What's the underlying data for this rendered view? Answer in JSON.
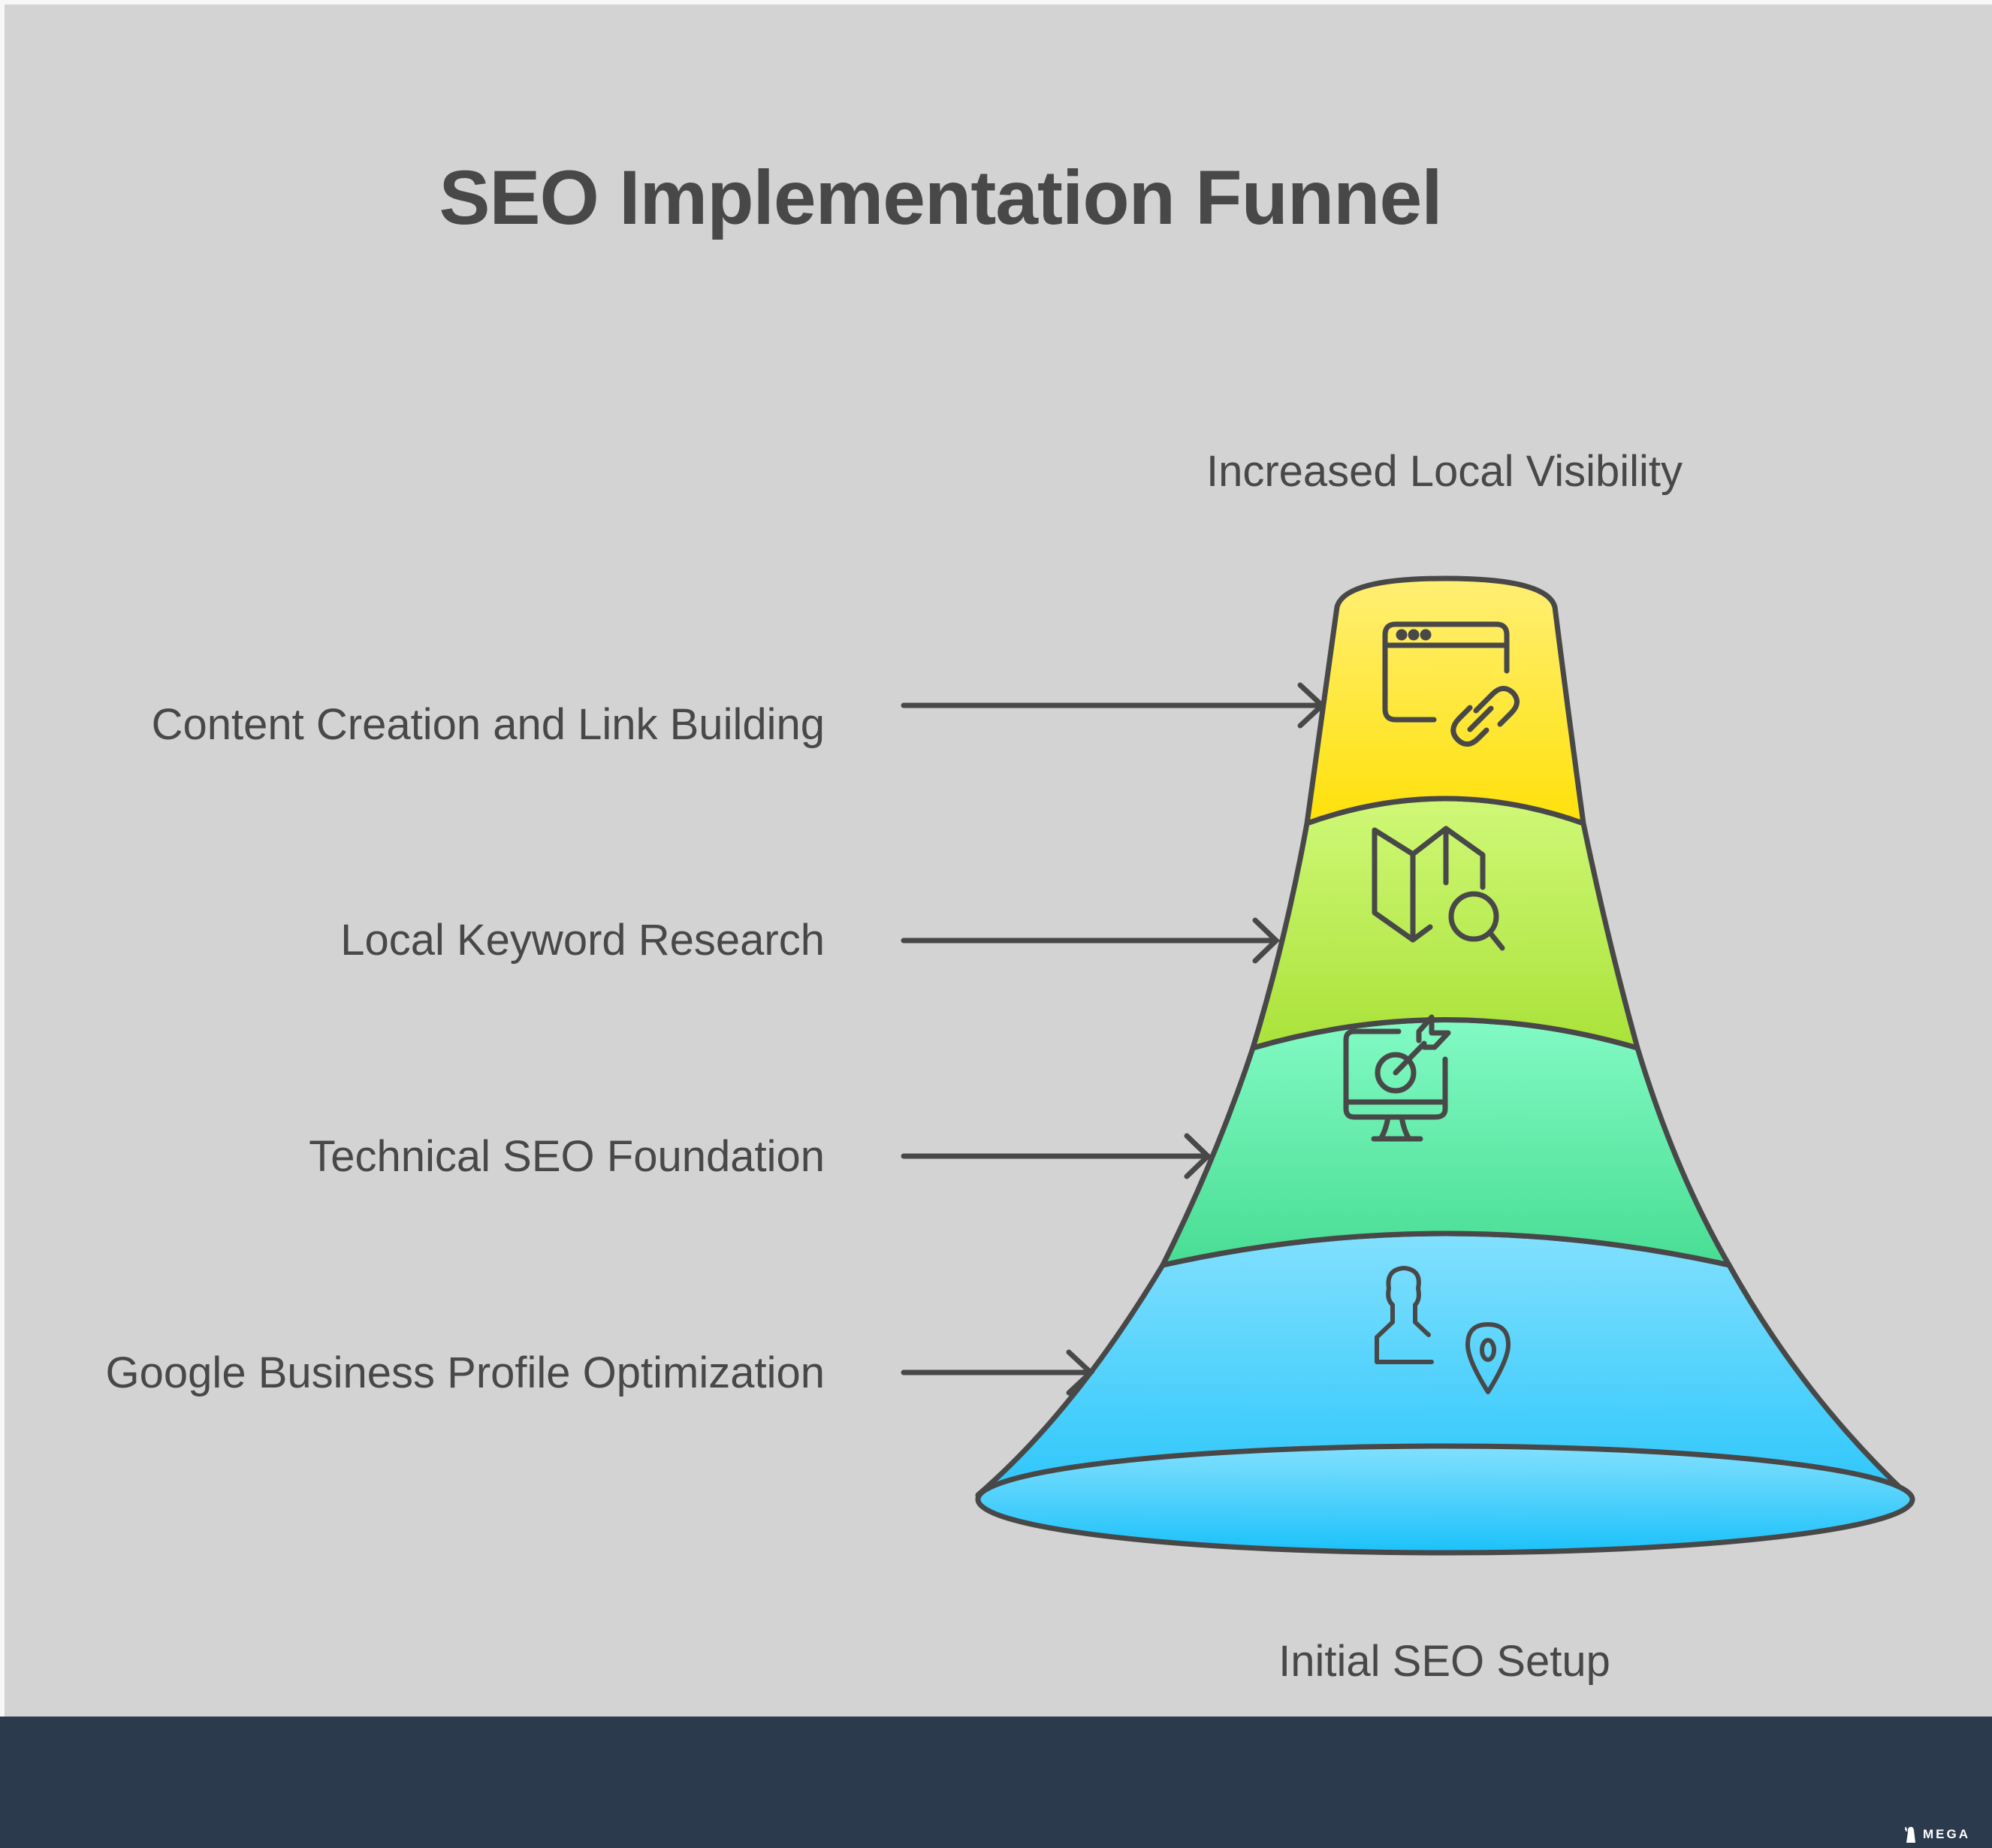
{
  "title": "SEO Implementation Funnel",
  "top_label": "Increased Local Visibility",
  "bottom_label": "Initial SEO Setup",
  "stages": [
    {
      "label": "Content Creation and Link Building",
      "icon": "browser-link-icon",
      "color_top": "#ffec6b",
      "color_bottom": "#ffe20f"
    },
    {
      "label": "Local Keyword Research",
      "icon": "map-search-icon",
      "color_top": "#cdf776",
      "color_bottom": "#ade33b"
    },
    {
      "label": "Technical SEO Foundation",
      "icon": "monitor-target-icon",
      "color_top": "#80f9c3",
      "color_bottom": "#4bde95"
    },
    {
      "label": "Google Business Profile Optimization",
      "icon": "user-location-icon",
      "color_top": "#80defd",
      "color_bottom": "#1cc2fb"
    }
  ],
  "colors": {
    "background": "#d3d3d3",
    "stroke": "#484848",
    "text": "#484848",
    "footer": "#2b3b4d"
  },
  "footer": {
    "brand": "MEGA"
  }
}
